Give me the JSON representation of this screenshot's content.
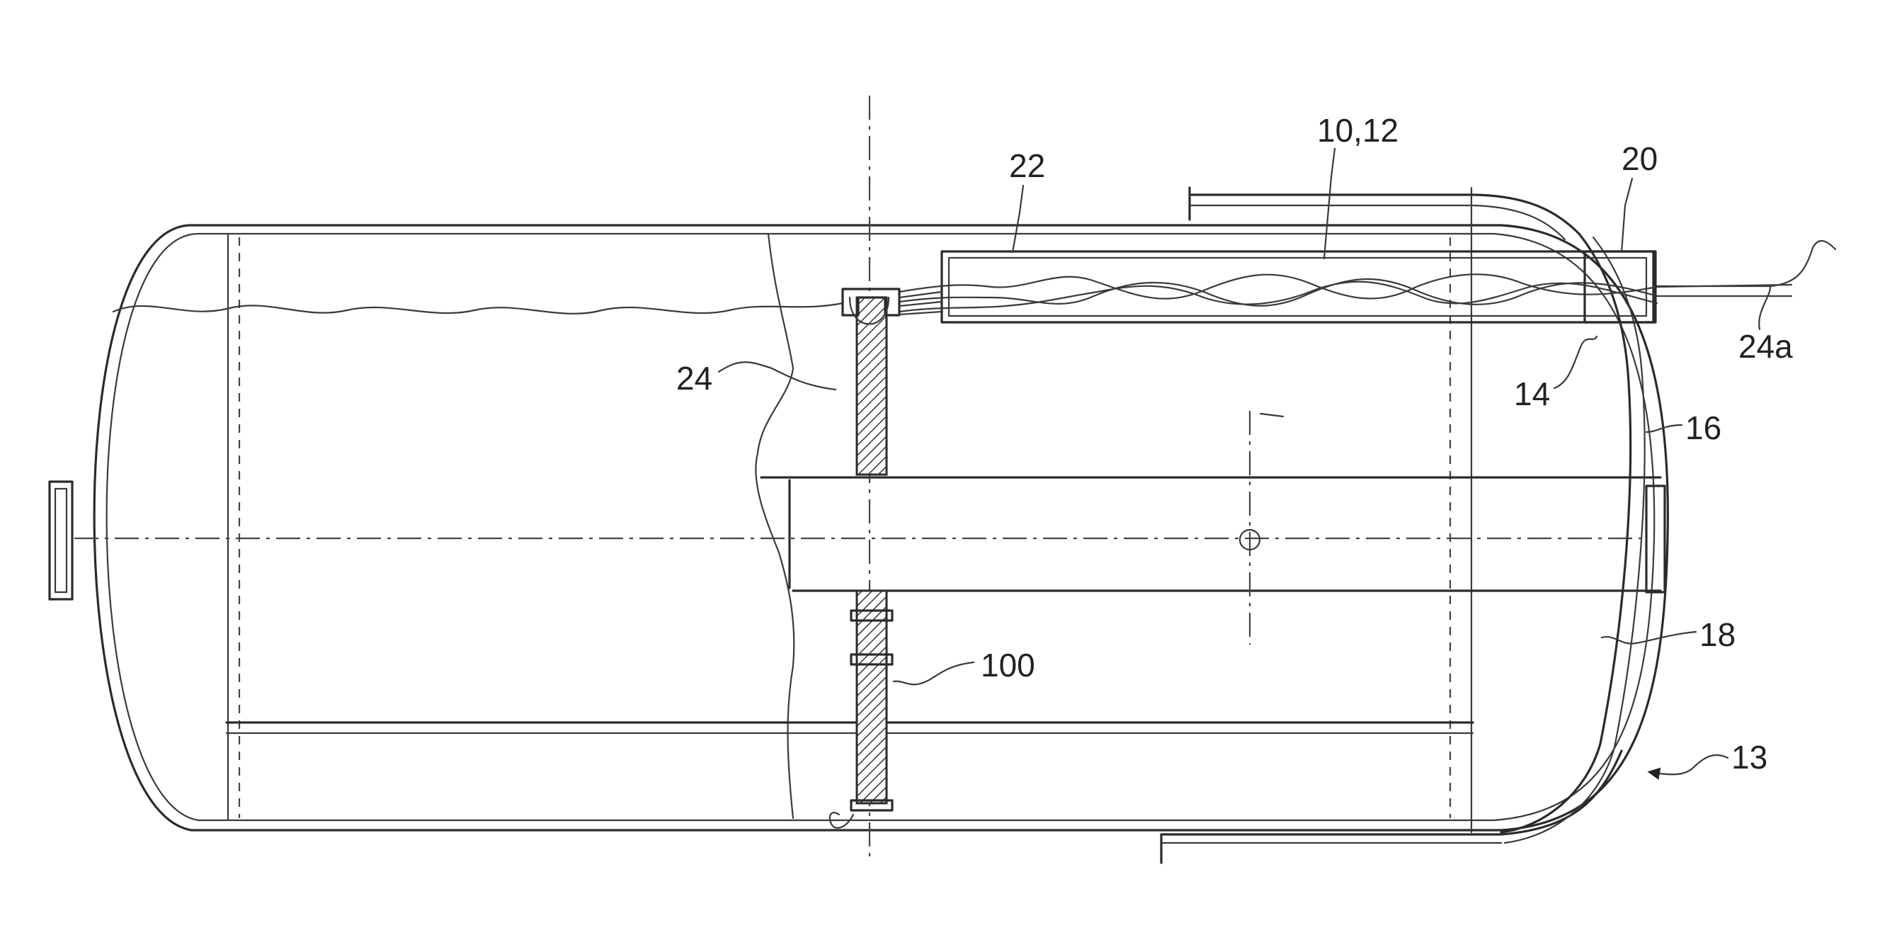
{
  "labels": {
    "ref_10_12": "10,12",
    "ref_22": "22",
    "ref_20": "20",
    "ref_24": "24",
    "ref_24a": "24a",
    "ref_14": "14",
    "ref_16": "16",
    "ref_18": "18",
    "ref_100": "100",
    "ref_13": "13"
  }
}
